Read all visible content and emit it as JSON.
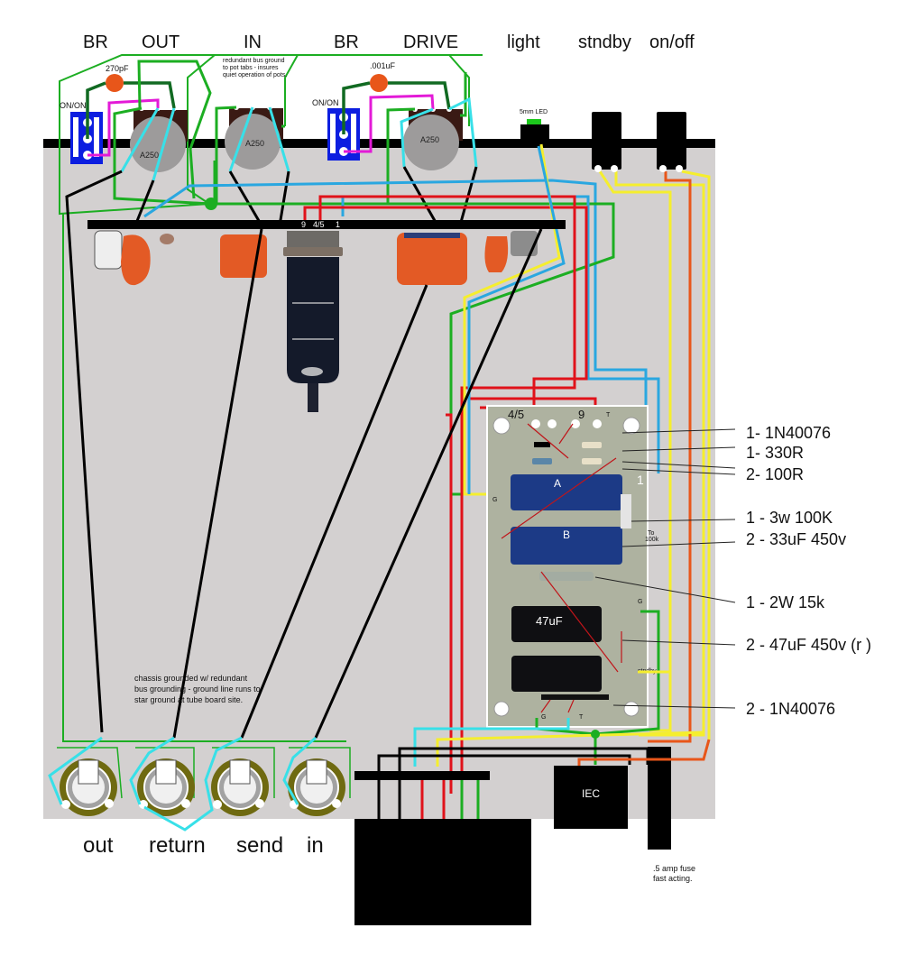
{
  "diagram": {
    "title": "Tube preamp / FX loop chassis wiring layout",
    "colors": {
      "chassis": "#d3d0d0",
      "panel": "#000000",
      "red": "#e0121a",
      "green": "#1cae22",
      "dark_green": "#116a22",
      "blue": "#2aa7e0",
      "cyan": "#38e0e8",
      "yellow": "#f5ee2e",
      "orange": "#e8561a",
      "magenta": "#e31ad7",
      "switch_blue": "#0c1ee0",
      "cap_orange": "#e35a25"
    },
    "top_labels": [
      {
        "id": "br1",
        "text": "BR"
      },
      {
        "id": "out",
        "text": "OUT"
      },
      {
        "id": "in",
        "text": "IN"
      },
      {
        "id": "br2",
        "text": "BR"
      },
      {
        "id": "drive",
        "text": "DRIVE"
      },
      {
        "id": "light",
        "text": "light"
      },
      {
        "id": "stndby",
        "text": "stndby"
      },
      {
        "id": "onoff",
        "text": "on/off"
      }
    ],
    "components": {
      "cap_270pf": "270pF",
      "cap_001uf": ".001uF",
      "switch1_label": "ON/ON",
      "switch2_label": "ON/ON",
      "pot1": "A250",
      "pot2": "A250",
      "pot3": "A250",
      "led_label": "5mm LED",
      "ground_note": "redundant  bus ground to pot tabs - insures quiet operation of pots.",
      "ground_note_lines": [
        "redundant  bus ground",
        "to pot tabs - insures",
        "quiet operation of pots."
      ],
      "tube_pins": [
        "9",
        "4/5",
        "1"
      ],
      "chassis_note_lines": [
        "chassis grounded w/ redundant",
        "bus grounding -  ground line runs to",
        "star ground at tube board site."
      ],
      "iec_label": "IEC",
      "fuse_note_lines": [
        ".5 amp fuse",
        "fast acting."
      ]
    },
    "board": {
      "pin_45": "4/5",
      "pin_9": "9",
      "pin_t1": "T",
      "cap_a": "A",
      "cap_b": "B",
      "pin_1": "1",
      "to_100k": "To",
      "to_100k_2": "100k",
      "cap_47uf": "47uF",
      "pin_g1": "G",
      "pin_g2": "G",
      "stndby_pin": "stndby",
      "pin_g3": "G",
      "pin_t2": "T"
    },
    "parts_list": [
      "1- 1N40076",
      "1- 330R",
      "2- 100R",
      "1 - 3w 100K",
      "2 - 33uF 450v",
      "1 - 2W 15k",
      "2 - 47uF 450v (r )",
      "2 - 1N40076"
    ],
    "jacks": [
      {
        "id": "out",
        "label": "out"
      },
      {
        "id": "return",
        "label": "return"
      },
      {
        "id": "send",
        "label": "send"
      },
      {
        "id": "in",
        "label": "in"
      }
    ]
  }
}
